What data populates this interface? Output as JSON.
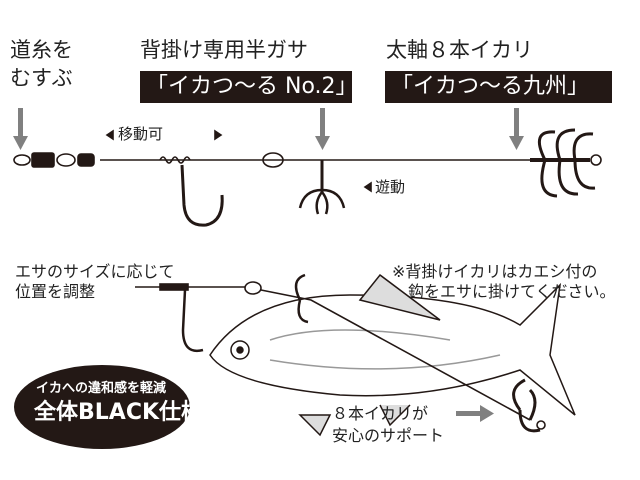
{
  "top": {
    "line_label": [
      "道糸を",
      "むすぶ"
    ],
    "half_hook_title": "背掛け専用半ガサ",
    "half_hook_product": "「イカつ〜る No.2」",
    "anchor_title": "太軸８本イカリ",
    "anchor_product": "「イカつ〜る九州」",
    "movable": "移動可",
    "floating": "遊動"
  },
  "bottom": {
    "adjust": [
      "エサのサイズに応じて",
      "位置を調整"
    ],
    "note": [
      "※背掛けイカリはカエシ付の",
      "鈎をエサに掛けてください。"
    ],
    "badge": [
      "イカへの違和感を軽減",
      "全体BLACK仕様"
    ],
    "support": [
      "８本イカリが",
      "安心のサポート"
    ]
  },
  "colors": {
    "dark": "#231815",
    "arrow": "#808080"
  }
}
